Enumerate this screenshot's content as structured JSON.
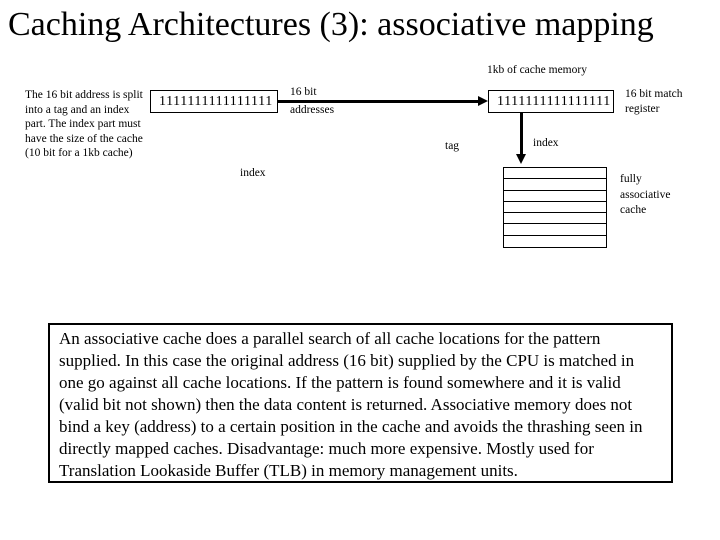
{
  "slide": {
    "title": "Caching Architectures (3): associative mapping",
    "cache_memory_label": "1kb of cache memory",
    "left_note": "The 16 bit address is split into a tag and an index part. The index part must have the size of the cache (10 bit for a  1kb cache)",
    "address_register": {
      "value": "1111111111111111"
    },
    "index_label_left": "index",
    "bus_label_line1": "16 bit",
    "bus_label_line2": "addresses",
    "match_register": {
      "value": "1111111111111111",
      "label": "16 bit match register"
    },
    "tag_label": "tag",
    "index_label_right": "index",
    "cache_table": {
      "rows": 7,
      "label": "fully associative cache"
    },
    "body_text": "An associative cache does a parallel search of all cache locations for the pattern supplied. In this case the original address (16 bit) supplied by the CPU is matched in one go against all cache locations. If the pattern is found somewhere and it is valid (valid bit not shown) then the data content is returned. Associative memory does not bind a key (address) to a certain position in the cache and avoids the thrashing seen in directly mapped caches. Disadvantage: much more expensive. Mostly used for Translation Lookaside Buffer (TLB) in memory management units."
  },
  "colors": {
    "background": "#ffffff",
    "foreground": "#000000"
  }
}
